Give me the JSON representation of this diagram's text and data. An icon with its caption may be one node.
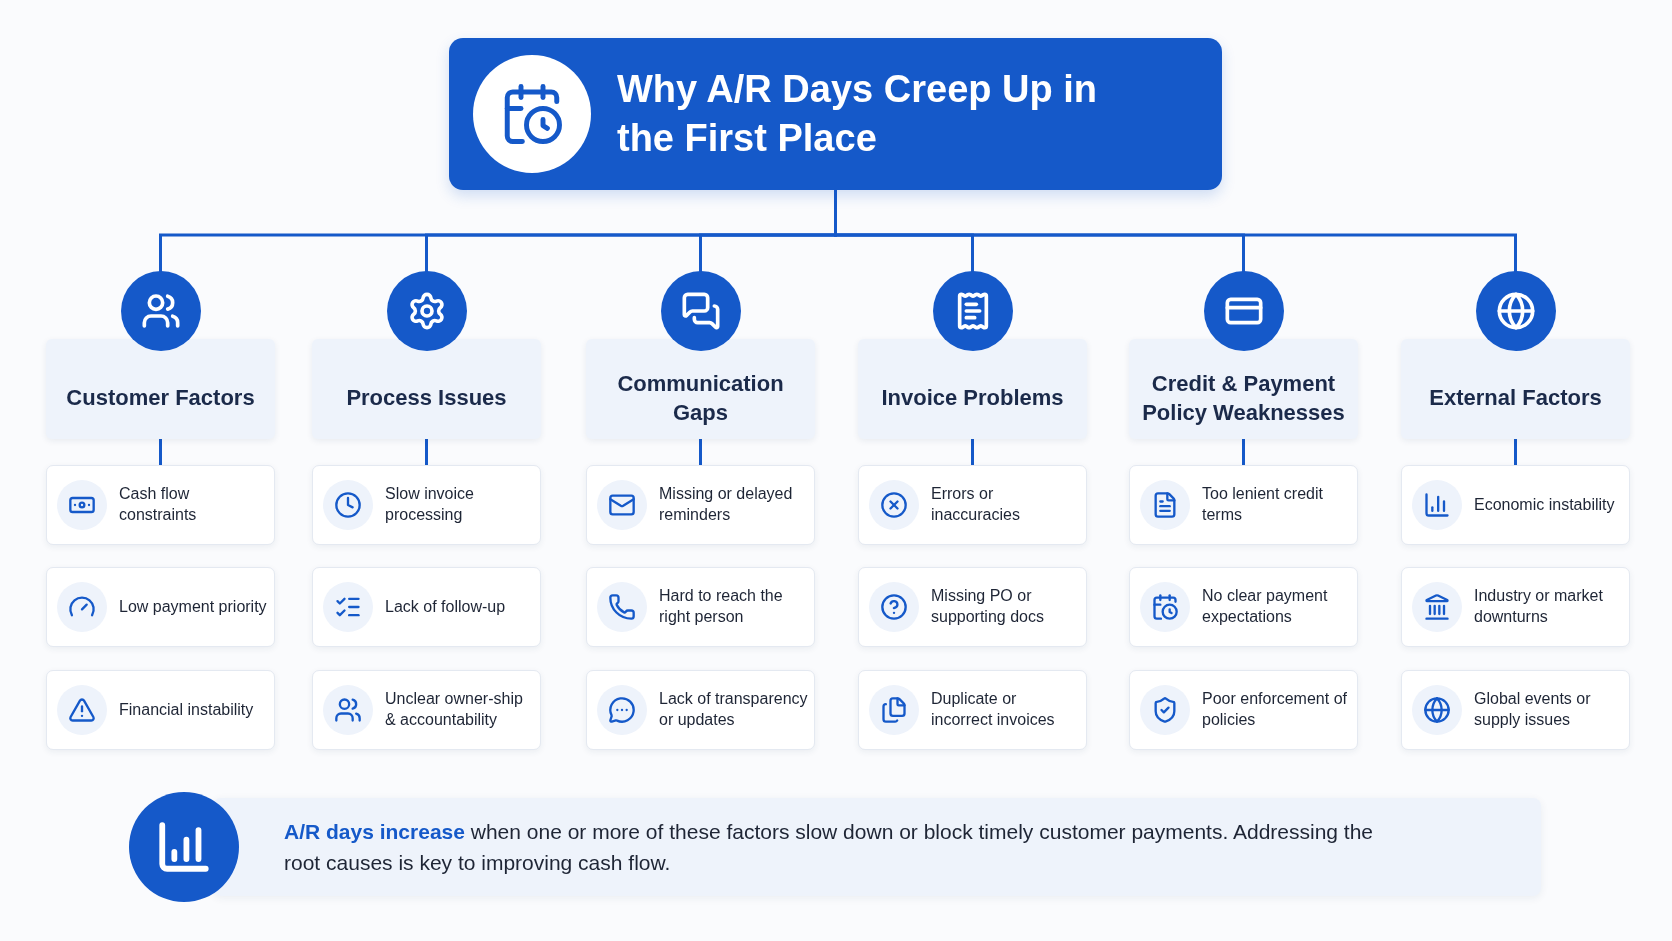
{
  "diagram": {
    "nodes": [
      {
        "text": [
          "Why A/R Days Creep Up in the First Place"
        ]
      },
      {
        "text": [
          "Customer Factors"
        ]
      },
      {
        "text": [
          "Cash flow constraints"
        ]
      },
      {
        "text": [
          "Low payment priority"
        ]
      },
      {
        "text": [
          "Financial instability"
        ]
      },
      {
        "text": [
          "Process Issues"
        ]
      },
      {
        "text": [
          "Slow invoice processing"
        ]
      },
      {
        "text": [
          "Lack of follow-up"
        ]
      },
      {
        "text": [
          "Unclear owner-ship & accountability"
        ]
      },
      {
        "text": [
          "Communication Gaps"
        ]
      },
      {
        "text": [
          "Missing or delayed reminders"
        ]
      },
      {
        "text": [
          "Hard to reach the right person"
        ]
      },
      {
        "text": [
          "Lack of transparency or updates"
        ]
      },
      {
        "text": [
          "Invoice Problems"
        ]
      },
      {
        "text": [
          "Errors or inaccuracies"
        ]
      },
      {
        "text": [
          "Missing PO or supporting docs"
        ]
      },
      {
        "text": [
          "Duplicate or incorrect invoices"
        ]
      },
      {
        "text": [
          "Credit & Payment Policy Weaknesses"
        ]
      },
      {
        "text": [
          "Too lenient credit terms"
        ]
      },
      {
        "text": [
          "No clear payment expectations"
        ]
      },
      {
        "text": [
          "Poor enforcement of policies"
        ]
      },
      {
        "text": [
          "External Factors"
        ]
      },
      {
        "text": [
          "Economic instability"
        ]
      },
      {
        "text": [
          "Industry or market downturns"
        ]
      },
      {
        "text": [
          "Global events or supply issues"
        ]
      },
      {
        "text": [
          "**A/R days increase** when one or more of these factors slow down or block timely customer payments. Addressing the root causes is key to improving cash flow."
        ]
      }
    ],
    "edges": [
      {
        "from": 0,
        "to": 1,
        "arrow": "none"
      },
      {
        "from": 0,
        "to": 5,
        "arrow": "none"
      },
      {
        "from": 0,
        "to": 9,
        "arrow": "none"
      },
      {
        "from": 0,
        "to": 13,
        "arrow": "none"
      },
      {
        "from": 0,
        "to": 17,
        "arrow": "none"
      },
      {
        "from": 0,
        "to": 21,
        "arrow": "none"
      },
      {
        "from": 1,
        "to": 2,
        "arrow": "none"
      },
      {
        "from": 5,
        "to": 6,
        "arrow": "none"
      },
      {
        "from": 9,
        "to": 10,
        "arrow": "none"
      },
      {
        "from": 13,
        "to": 14,
        "arrow": "none"
      },
      {
        "from": 17,
        "to": 18,
        "arrow": "none"
      },
      {
        "from": 21,
        "to": 22,
        "arrow": "none"
      }
    ]
  }
}
